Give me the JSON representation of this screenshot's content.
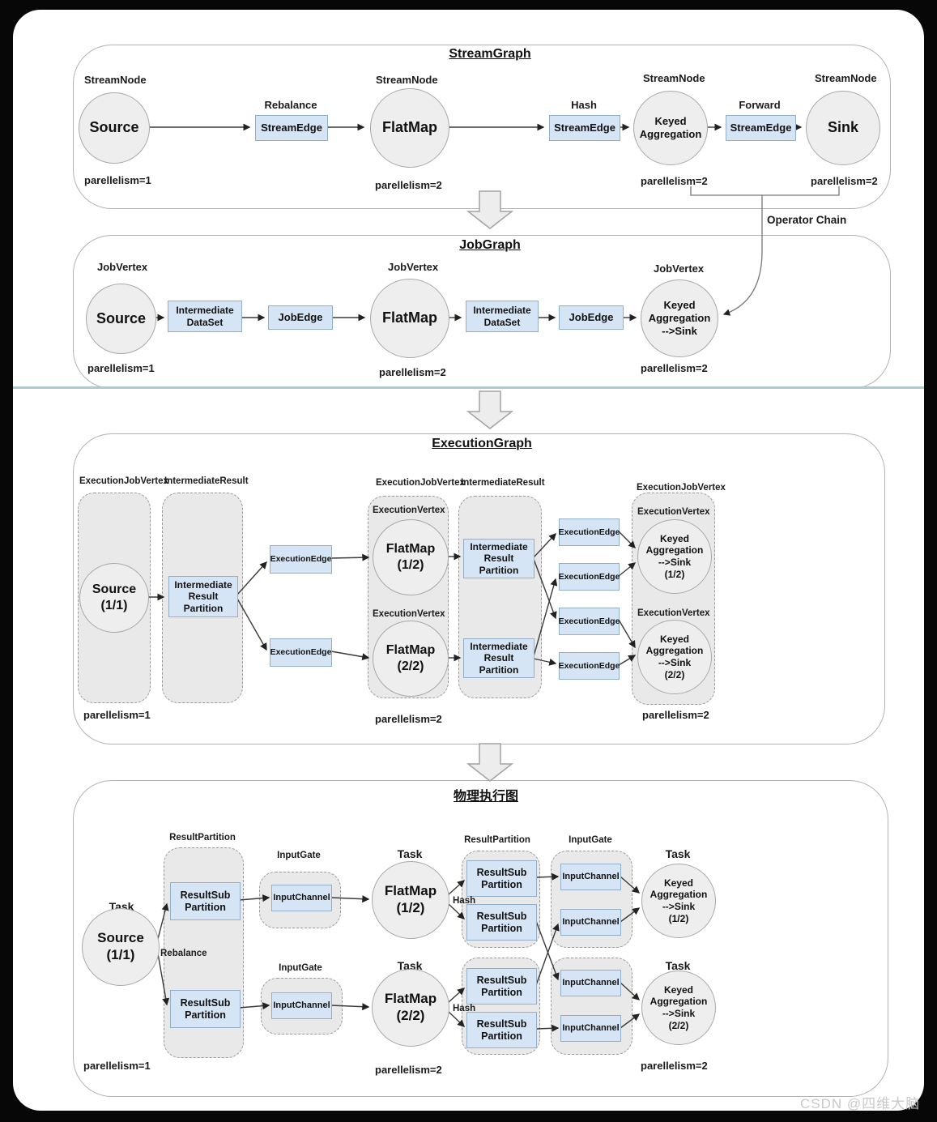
{
  "watermark": "CSDN @四维大脑",
  "stream_graph": {
    "title": "StreamGraph",
    "node_type": "StreamNode",
    "source": "Source",
    "flatmap": "FlatMap",
    "keyed_aggregation": "Keyed\nAggregation",
    "sink": "Sink",
    "edge": "StreamEdge",
    "rebalance": "Rebalance",
    "hash": "Hash",
    "forward": "Forward",
    "parallelism_source": "parellelism=1",
    "parallelism_flatmap": "parellelism=2",
    "parallelism_keyed": "parellelism=2",
    "parallelism_sink": "parellelism=2",
    "operator_chain": "Operator Chain"
  },
  "job_graph": {
    "title": "JobGraph",
    "node_type": "JobVertex",
    "source": "Source",
    "flatmap": "FlatMap",
    "keyed_agg_sink": "Keyed\nAggregation\n-->Sink",
    "intermediate_dataset": "Intermediate\nDataSet",
    "edge": "JobEdge",
    "parallelism_source": "parellelism=1",
    "parallelism_flatmap": "parellelism=2",
    "parallelism_keyed": "parellelism=2"
  },
  "execution_graph": {
    "title": "ExecutionGraph",
    "execution_job_vertex": "ExecutionJobVertex",
    "intermediate_result": "IntermediateResult",
    "execution_vertex": "ExecutionVertex",
    "source": "Source\n(1/1)",
    "flatmap_1": "FlatMap\n(1/2)",
    "flatmap_2": "FlatMap\n(2/2)",
    "keyed_1": "Keyed\nAggregation\n-->Sink\n(1/2)",
    "keyed_2": "Keyed\nAggregation\n-->Sink\n(2/2)",
    "irp": "Intermediate\nResult\nPartition",
    "edge": "ExecutionEdge",
    "parallelism_source": "parellelism=1",
    "parallelism_flatmap": "parellelism=2",
    "parallelism_keyed": "parellelism=2"
  },
  "physical_graph": {
    "title": "物理执行图",
    "task": "Task",
    "result_partition": "ResultPartition",
    "input_gate": "InputGate",
    "source": "Source\n(1/1)",
    "flatmap_1": "FlatMap\n(1/2)",
    "flatmap_2": "FlatMap\n(2/2)",
    "keyed_1": "Keyed\nAggregation\n-->Sink\n(1/2)",
    "keyed_2": "Keyed\nAggregation\n-->Sink\n(2/2)",
    "result_sub_partition": "ResultSub\nPartition",
    "input_channel": "InputChannel",
    "rebalance": "Rebalance",
    "hash": "Hash",
    "parallelism_source": "parellelism=1",
    "parallelism_flatmap": "parellelism=2",
    "parallelism_keyed": "parellelism=2"
  }
}
